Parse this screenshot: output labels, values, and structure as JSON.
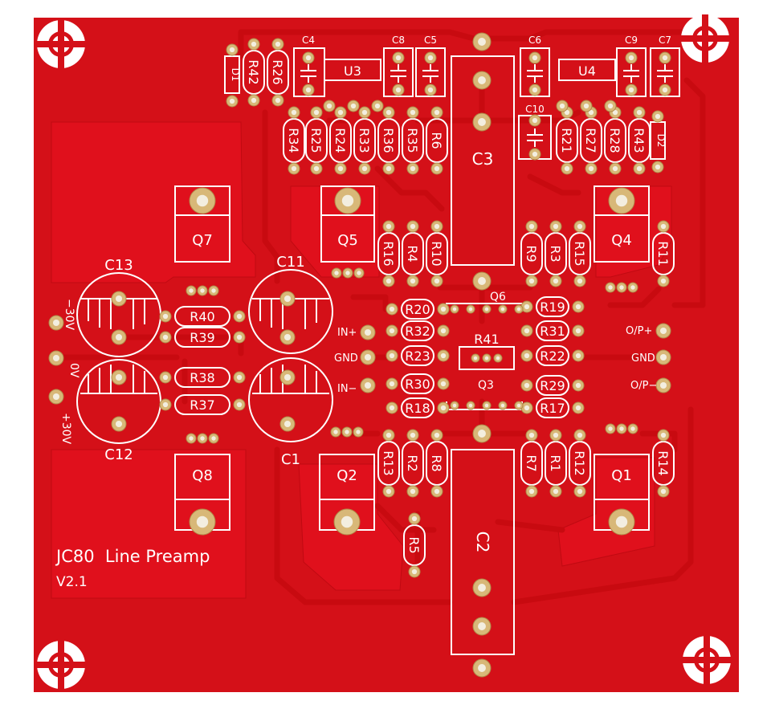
{
  "board": {
    "title": "JC80  Line Preamp",
    "version": "V2.1",
    "colors": {
      "background": "#ffffff",
      "board": "#d41018",
      "copper_pour": "#e0101c",
      "trace": "#c80a10",
      "silkscreen": "#ffffff",
      "pad": "#d8b878"
    }
  },
  "labels": {
    "C4": "C4",
    "C8": "C8",
    "C5": "C5",
    "C6": "C6",
    "C9": "C9",
    "C7": "C7",
    "C10": "C10",
    "U3": "U3",
    "U4": "U4",
    "D1": "D1",
    "D2": "D2",
    "R42": "R42",
    "R26": "R26",
    "R34": "R34",
    "R25": "R25",
    "R24": "R24",
    "R33": "R33",
    "R36": "R36",
    "R35": "R35",
    "R6": "R6",
    "R21": "R21",
    "R27": "R27",
    "R28": "R28",
    "R43": "R43",
    "C3": "C3",
    "C2": "C2",
    "Q7": "Q7",
    "Q5": "Q5",
    "Q4": "Q4",
    "Q8": "Q8",
    "Q2": "Q2",
    "Q1": "Q1",
    "Q6": "Q6",
    "Q3": "Q3",
    "R16": "R16",
    "R4": "R4",
    "R10": "R10",
    "R9": "R9",
    "R3": "R3",
    "R15": "R15",
    "R11": "R11",
    "C13": "C13",
    "C11": "C11",
    "C12": "C12",
    "C1": "C1",
    "R40": "R40",
    "R39": "R39",
    "R38": "R38",
    "R37": "R37",
    "R20": "R20",
    "R32": "R32",
    "R23": "R23",
    "R30": "R30",
    "R18": "R18",
    "R19": "R19",
    "R31": "R31",
    "R22": "R22",
    "R29": "R29",
    "R17": "R17",
    "R41": "R41",
    "R13": "R13",
    "R2": "R2",
    "R8": "R8",
    "R7": "R7",
    "R1": "R1",
    "R12": "R12",
    "R14": "R14",
    "R5": "R5",
    "m30V": "−30V",
    "zeroV": "0V",
    "p30V": "+30V",
    "INp": "IN+",
    "GNDin": "GND",
    "INm": "IN−",
    "OPp": "O/P+",
    "GNDout": "GND",
    "OPm": "O/P−"
  }
}
